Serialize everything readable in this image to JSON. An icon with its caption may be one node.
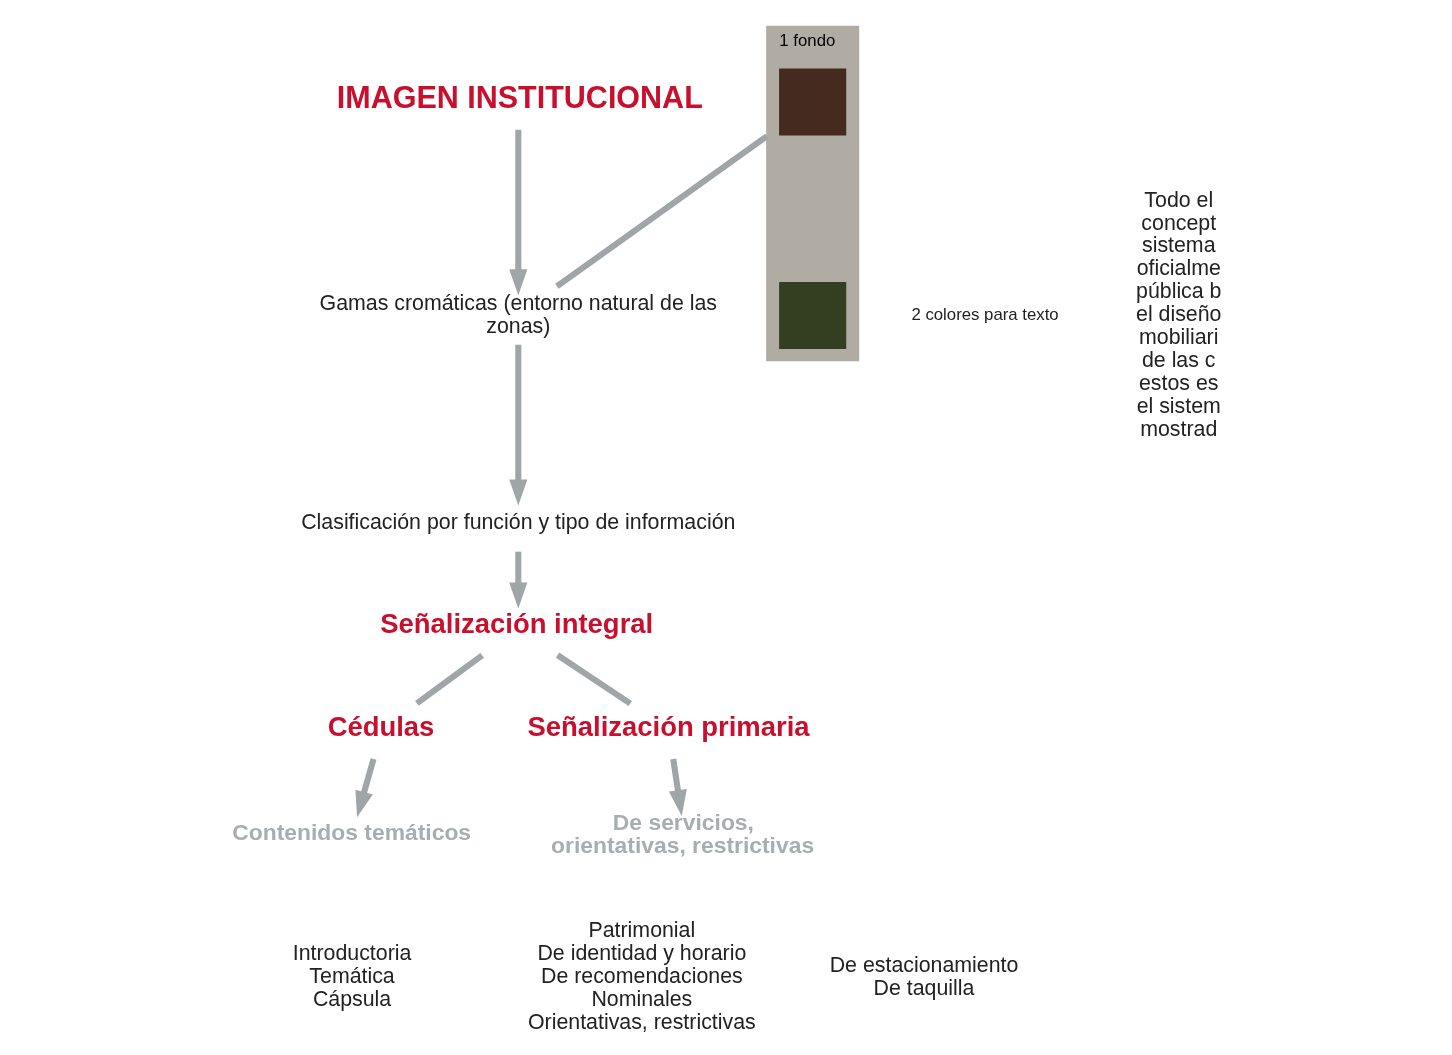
{
  "diagram": {
    "nodes": [
      {
        "text": [
          "IMAGEN INSTITUCIONAL"
        ]
      },
      {
        "text": [
          "1 fondo"
        ]
      },
      {
        "text": [],
        "shape": "box",
        "in": 1
      },
      {
        "text": [],
        "shape": "box",
        "in": 1
      },
      {
        "text": [
          "Gamas cromáticas (entorno natural de las zonas)"
        ]
      },
      {
        "text": [
          "Clasificación por función y tipo de información"
        ]
      },
      {
        "text": [
          "Señalización integral"
        ]
      },
      {
        "text": [
          "Cédulas"
        ]
      },
      {
        "text": [
          "Señalización primaria"
        ]
      },
      {
        "text": [
          "Contenidos temáticos"
        ]
      },
      {
        "text": [
          "De servicios, orientativas, restrictivas"
        ]
      }
    ],
    "edges": [
      {
        "from": 0,
        "to": 4,
        "arrow": "to"
      },
      {
        "from": 1,
        "to": 4,
        "arrow": "none"
      },
      {
        "from": 4,
        "to": 5,
        "arrow": "to"
      },
      {
        "from": 5,
        "to": 6,
        "arrow": "to"
      },
      {
        "from": 6,
        "to": 7,
        "arrow": "none"
      },
      {
        "from": 6,
        "to": 8,
        "arrow": "none"
      },
      {
        "from": 7,
        "to": 9,
        "arrow": "to"
      },
      {
        "from": 8,
        "to": 10,
        "arrow": "to"
      }
    ],
    "labels": [
      "2 colores para texto",
      "Todo el concept sistema oficialme pública b el diseño mobiliari de las c estos es el sistem mostrad",
      "Introductoria",
      "Temática",
      "Cápsula",
      "Patrimonial",
      "De identidad y horario",
      "De recomendaciones",
      "Nominales",
      "Orientativas, restrictivas",
      "De estacionamiento",
      "De taquilla"
    ]
  }
}
